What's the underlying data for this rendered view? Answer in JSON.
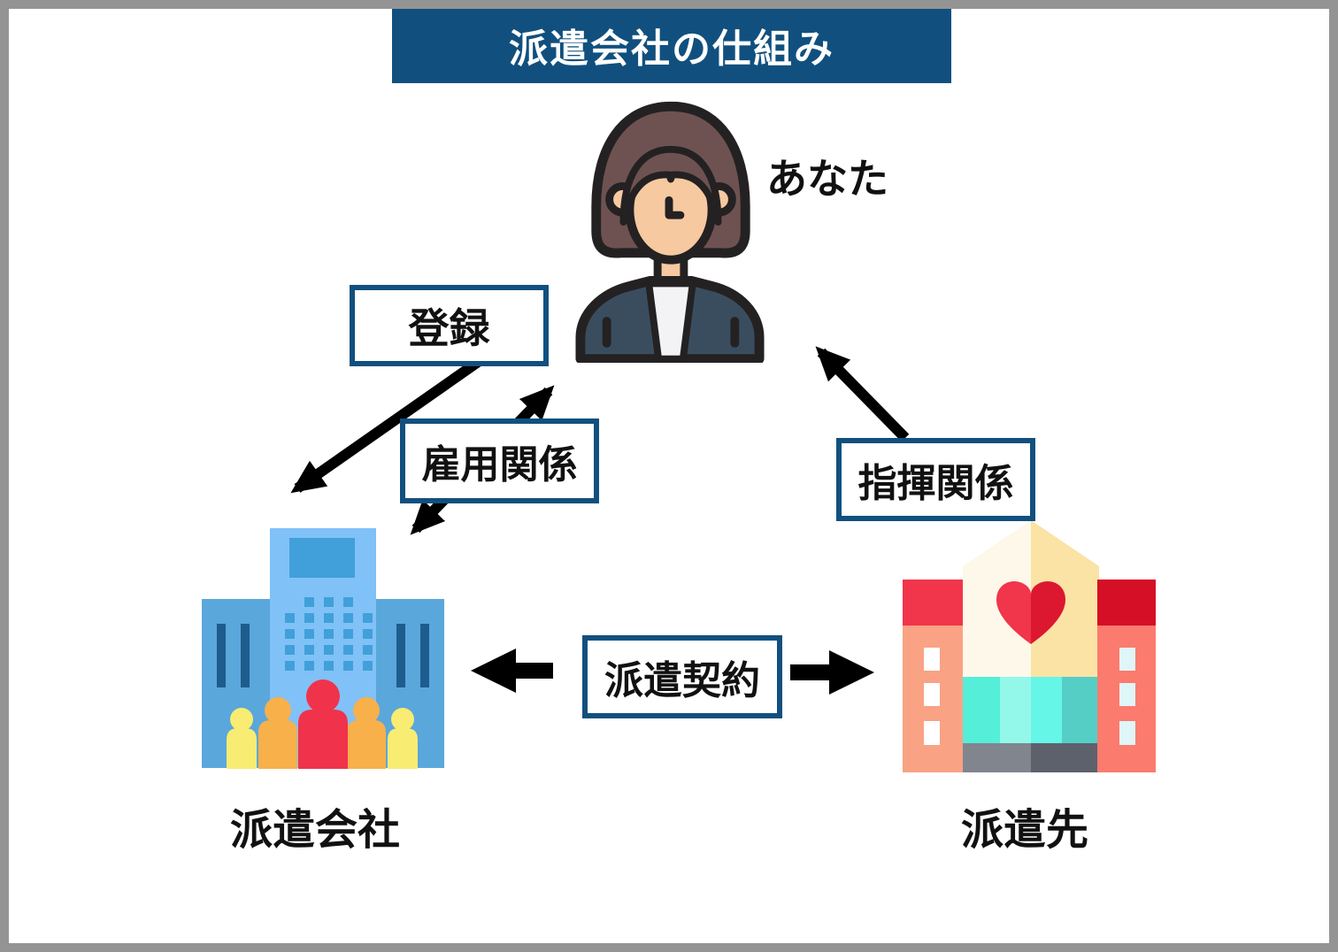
{
  "title_bar": {
    "label": "派遣会社の仕組み"
  },
  "actors": {
    "you": {
      "label": "あなた",
      "icon": "woman-avatar-icon"
    },
    "agency": {
      "label": "派遣会社",
      "icon": "office-building-icon"
    },
    "client": {
      "label": "派遣先",
      "icon": "hospital-building-icon"
    }
  },
  "relations": {
    "registration": {
      "label": "登録"
    },
    "employment": {
      "label": "雇用関係"
    },
    "command": {
      "label": "指揮関係"
    },
    "dispatch_contract": {
      "label": "派遣契約"
    }
  },
  "colors": {
    "accent_blue": "#11507e",
    "frame_gray": "#949494",
    "arrow_black": "#000000",
    "label_box_bg": "#ffffff",
    "text": "#111111"
  }
}
